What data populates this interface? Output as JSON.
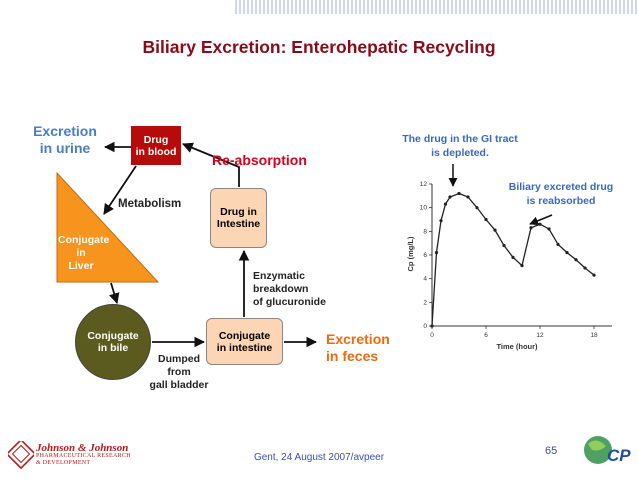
{
  "slide": {
    "title": "Biliary Excretion: Enterohepatic Recycling",
    "footer": "Gent, 24 August 2007/avpeer",
    "page_number": "65"
  },
  "diagram": {
    "excretion_urine": [
      "Excretion",
      "in urine"
    ],
    "drug_in_blood": [
      "Drug",
      "in blood"
    ],
    "re_absorption": "Re-absorption",
    "metabolism": "Metabolism",
    "drug_in_intestine": [
      "Drug in",
      "Intestine"
    ],
    "conjugate_in_liver": [
      "Conjugate",
      "in",
      "Liver"
    ],
    "conjugate_in_bile": [
      "Conjugate",
      "in bile"
    ],
    "enzymatic": [
      "Enzymatic",
      "breakdown",
      "of glucuronide"
    ],
    "conjugate_in_intestine": [
      "Conjugate",
      "in intestine"
    ],
    "excretion_feces": [
      "Excretion",
      "in feces"
    ],
    "dumped": [
      "Dumped",
      "from",
      "gall bladder"
    ]
  },
  "annotations": {
    "gi_depleted": [
      "The drug in the GI tract",
      "is depleted."
    ],
    "biliary_reabsorbed": [
      "Biliary excreted drug",
      "is reabsorbed"
    ]
  },
  "logos": {
    "company": "Johnson & Johnson",
    "company_sub": [
      "PHARMACEUTICAL RESEARCH",
      "& DEVELOPMENT"
    ],
    "right_logo": "CP"
  },
  "chart_data": {
    "type": "line",
    "xlabel": "Time (hour)",
    "ylabel": "Cp (mg/L)",
    "xlim": [
      0,
      20
    ],
    "ylim": [
      0,
      12
    ],
    "x_ticks": [
      "0",
      "6",
      "12",
      "18"
    ],
    "y_ticks": [
      "0",
      "2",
      "4",
      "6",
      "8",
      "10",
      "12"
    ],
    "series": [
      {
        "x": [
          0,
          0.5,
          1,
          1.5,
          2,
          3,
          4,
          5,
          6,
          7,
          8,
          9,
          10,
          11,
          12,
          13,
          14,
          15,
          16,
          17,
          18
        ],
        "y": [
          0,
          6.2,
          8.9,
          10.3,
          10.9,
          11.2,
          10.9,
          10.0,
          9.0,
          8.1,
          6.8,
          5.8,
          5.1,
          8.3,
          8.6,
          8.2,
          6.9,
          6.2,
          5.6,
          4.9,
          4.3
        ]
      }
    ]
  }
}
